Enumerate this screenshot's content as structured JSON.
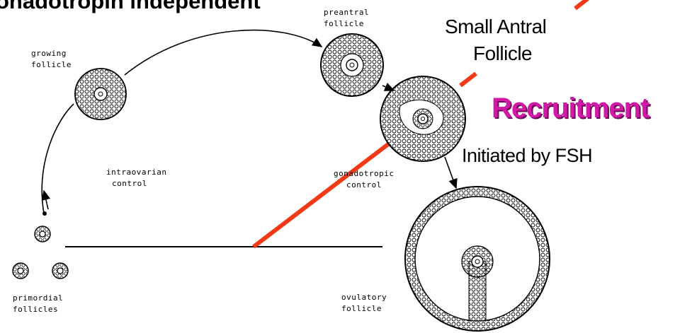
{
  "header_fragment": "onadotropin independent",
  "labels": {
    "growing_follicle": [
      "growing",
      "follicle"
    ],
    "preantral_follicle": [
      "preantral",
      "follicle"
    ],
    "intraovarian_control": [
      "intraovarian",
      "control"
    ],
    "gonadotropic_control": [
      "gonadotropic",
      "control"
    ],
    "primordial_follicles": [
      "primordial",
      "follicles"
    ],
    "ovulatory_follicle": [
      "ovulatory",
      "follicle"
    ]
  },
  "annotations": {
    "small_antral": [
      "Small Antral",
      "Follicle"
    ],
    "recruitment": "Recruitment",
    "initiated_by": "Initiated by FSH"
  },
  "colors": {
    "ink": "#000000",
    "recruitment_text": "#d21aa8",
    "recruitment_shadow": "#6a0a54",
    "threshold_line": "#f23a16"
  }
}
